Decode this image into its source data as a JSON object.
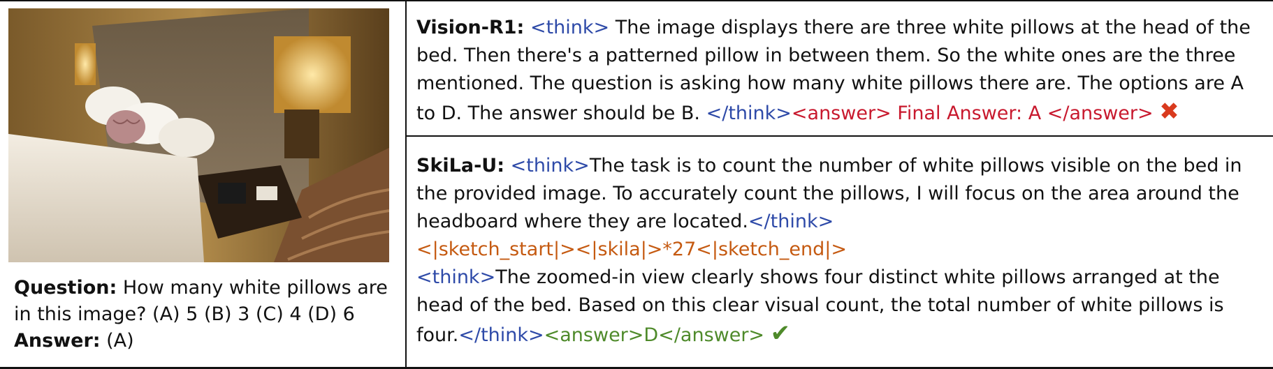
{
  "question_block": {
    "question_label": "Question:",
    "question_text": " How many white pillows are in this image? (A) 5 (B) 3 (C) 4 (D) 6",
    "answer_label": "Answer:",
    "answer_text": " (A)"
  },
  "vision_r1": {
    "model_label": "Vision-R1:",
    "think_open": "<think>",
    "body": " The image displays there are three white pillows at the head of the bed. Then there's a patterned pillow in between them. So the white ones are the three mentioned. The question is asking how many white pillows there are. The options are A to D. The answer should be B. ",
    "think_close": "</think>",
    "answer": "<answer> Final Answer: A </answer>",
    "result_mark": "✖"
  },
  "skila_u": {
    "model_label": "SkiLa-U:",
    "think_open_1": "<think>",
    "body_1": "The task is to count the number of white pillows visible on the bed in the provided image. To accurately count the pillows, I will focus on the area around the headboard where they are located.",
    "think_close_1": "</think>",
    "sketch": "<|sketch_start|><|skila|>*27<|sketch_end|>",
    "think_open_2": "<think>",
    "body_2": "The zoomed-in view clearly shows four distinct white pillows arranged at the head of the bed. Based on this clear visual count, the total number of white pillows is four.",
    "think_close_2": "</think>",
    "answer": "<answer>D</answer>",
    "result_mark": "✔"
  }
}
